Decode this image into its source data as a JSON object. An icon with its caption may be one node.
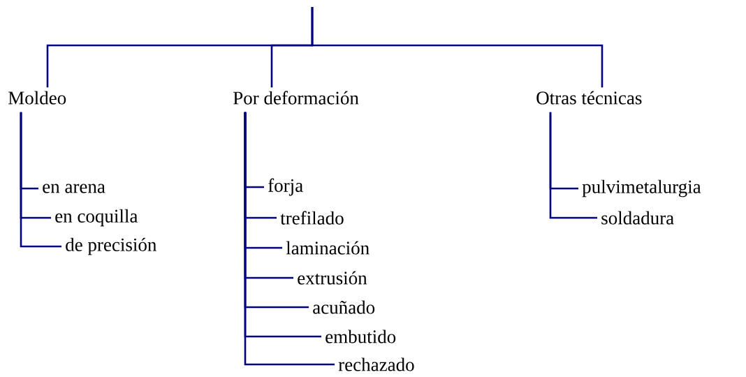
{
  "diagram": {
    "nodes": [
      {
        "text": [
          "Moldeo"
        ]
      },
      {
        "text": [
          "Por deformación"
        ]
      },
      {
        "text": [
          "Otras técnicas"
        ]
      },
      {
        "text": [
          "en arena"
        ]
      },
      {
        "text": [
          "en coquilla"
        ]
      },
      {
        "text": [
          "de precisión"
        ]
      },
      {
        "text": [
          "forja"
        ]
      },
      {
        "text": [
          "trefilado"
        ]
      },
      {
        "text": [
          "laminación"
        ]
      },
      {
        "text": [
          "extrusión"
        ]
      },
      {
        "text": [
          "acuñado"
        ]
      },
      {
        "text": [
          "embutido"
        ]
      },
      {
        "text": [
          "rechazado"
        ]
      },
      {
        "text": [
          "pulvimetalurgia"
        ]
      },
      {
        "text": [
          "soldadura"
        ]
      }
    ],
    "edges": [
      {
        "from": null,
        "to": 0,
        "arrow": "none"
      },
      {
        "from": null,
        "to": 1,
        "arrow": "none"
      },
      {
        "from": null,
        "to": 2,
        "arrow": "none"
      },
      {
        "from": 0,
        "to": 3,
        "arrow": "none"
      },
      {
        "from": 0,
        "to": 4,
        "arrow": "none"
      },
      {
        "from": 0,
        "to": 5,
        "arrow": "none"
      },
      {
        "from": 1,
        "to": 6,
        "arrow": "none"
      },
      {
        "from": 1,
        "to": 7,
        "arrow": "none"
      },
      {
        "from": 1,
        "to": 8,
        "arrow": "none"
      },
      {
        "from": 1,
        "to": 9,
        "arrow": "none"
      },
      {
        "from": 1,
        "to": 10,
        "arrow": "none"
      },
      {
        "from": 1,
        "to": 11,
        "arrow": "none"
      },
      {
        "from": 1,
        "to": 12,
        "arrow": "none"
      },
      {
        "from": 2,
        "to": 13,
        "arrow": "none"
      },
      {
        "from": 2,
        "to": 14,
        "arrow": "none"
      }
    ]
  }
}
